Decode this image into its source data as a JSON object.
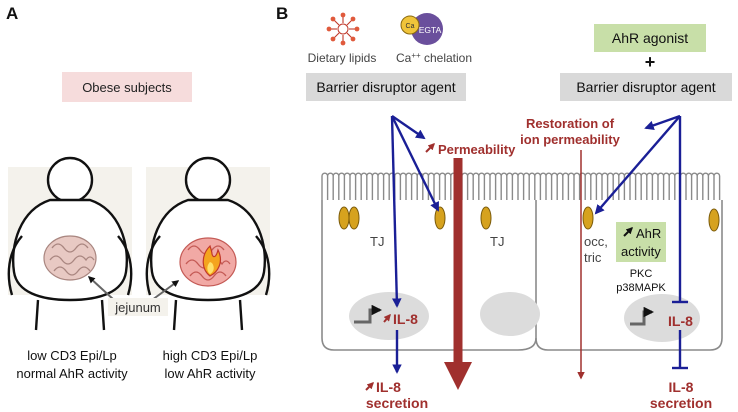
{
  "panel_a": {
    "label": "A",
    "title_box": "Obese subjects",
    "pointer_label": "jejunum",
    "caption_left_line1": "low CD3 Epi/Lp",
    "caption_left_line2": "normal AhR activity",
    "caption_right_line1": "high CD3 Epi/Lp",
    "caption_right_line2": "low AhR activity"
  },
  "panel_b": {
    "label": "B",
    "icon_lipids_label": "Dietary lipids",
    "icon_ca_label_prefix": "Ca",
    "icon_ca_label_sup": "++",
    "icon_ca_label_suffix": " chelation",
    "icon_ca_badge": "Ca",
    "icon_egta_badge": "EGTA",
    "left_agent_box": "Barrier disruptor agent",
    "ahr_agonist_box": "AhR agonist",
    "plus_sign": "+",
    "right_agent_box": "Barrier disruptor agent",
    "permeability_label": "Permeability",
    "restoration_line1": "Restoration of",
    "restoration_line2": "ion permeability",
    "tj_label_left": "TJ",
    "tj_label_mid": "TJ",
    "occ_line1": "occ,",
    "occ_line2": "tric",
    "ahr_activity_line1": "AhR",
    "ahr_activity_line2": "activity",
    "pkc_label": "PKC",
    "p38_label": "p38MAPK",
    "il8_left": "IL-8",
    "il8_right": "IL-8",
    "secretion_left_line1": "IL-8",
    "secretion_left_line2": "secretion",
    "secretion_right_line1": "IL-8",
    "secretion_right_line2": "secretion"
  },
  "colors": {
    "navy": "#1a1f96",
    "maroon": "#a0302e",
    "agent_box": "#d9d9d9",
    "ahr_green": "#c8dfa8",
    "obese_pink": "#f6dcdc",
    "tj_gold": "#d6a21e",
    "cell_line": "#8a8a8a",
    "nucleus": "#dcdcdc"
  }
}
